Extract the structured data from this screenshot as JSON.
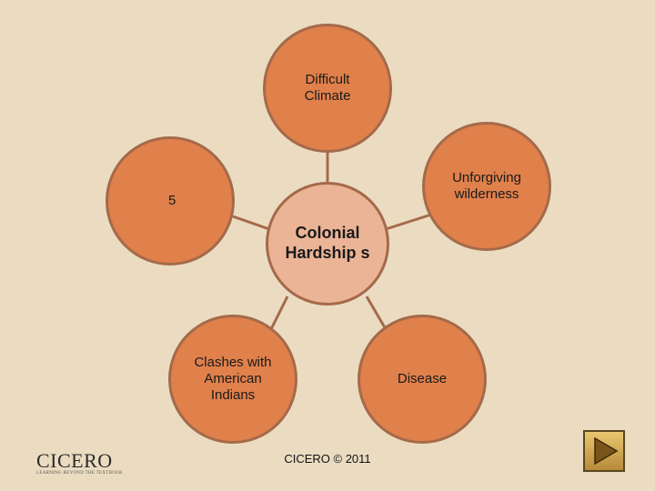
{
  "diagram": {
    "center": "Colonial Hardship s",
    "nodes": {
      "top": "Difficult Climate",
      "right": "Unforgiving wilderness",
      "left": "5",
      "bottom_left": "Clashes with American Indians",
      "bottom_right": "Disease"
    }
  },
  "footer": {
    "copyright": "CICERO © 2011"
  },
  "logo": {
    "name": "CICERO",
    "tagline": "LEARNING BEYOND THE TEXTBOOK"
  },
  "navigation": {
    "next_icon": "play-triangle-icon"
  },
  "colors": {
    "background": "#ebdcc1",
    "outer_node": "#e0804b",
    "center_node": "#ecb497",
    "connector": "#a46a4a"
  }
}
